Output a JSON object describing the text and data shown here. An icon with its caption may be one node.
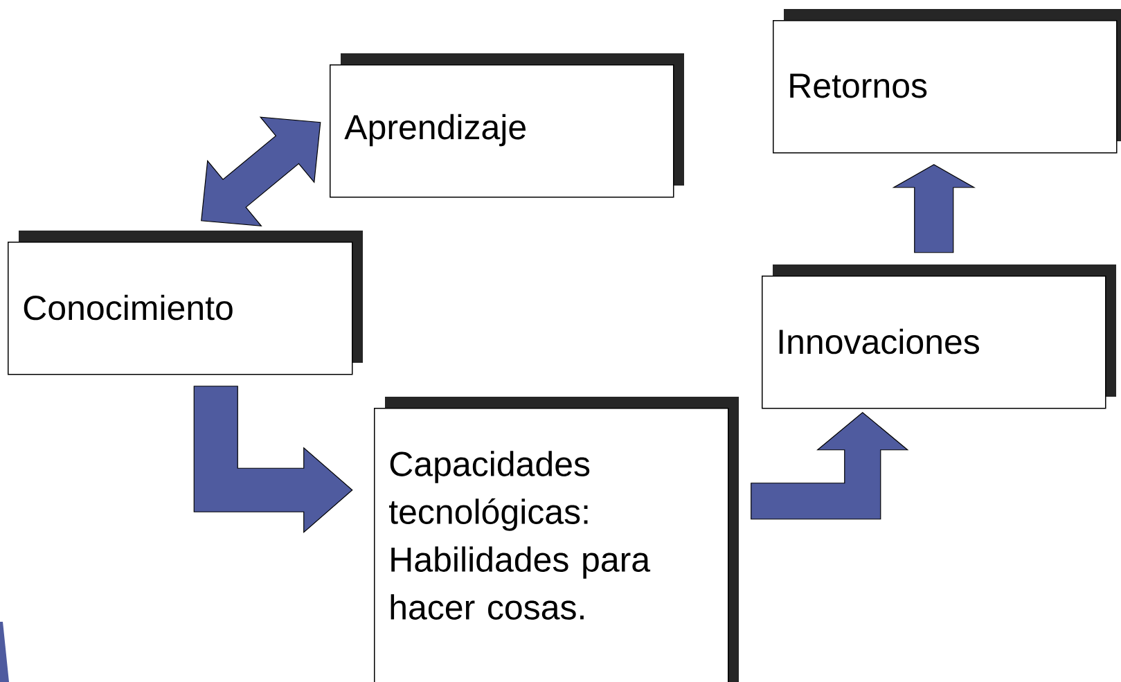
{
  "diagram": {
    "nodes": [
      {
        "text": [
          "Aprendizaje"
        ]
      },
      {
        "text": [
          "Retornos"
        ]
      },
      {
        "text": [
          "Conocimiento"
        ]
      },
      {
        "text": [
          "Innovaciones"
        ]
      },
      {
        "text": [
          "Capacidades tecnológicas: Habilidades para hacer cosas."
        ]
      }
    ],
    "edges": [
      {
        "from": 2,
        "to": 0,
        "arrow": "both"
      },
      {
        "from": 2,
        "to": 4,
        "arrow": "to"
      },
      {
        "from": 4,
        "to": 3,
        "arrow": "to"
      },
      {
        "from": 3,
        "to": 1,
        "arrow": "to"
      }
    ]
  }
}
